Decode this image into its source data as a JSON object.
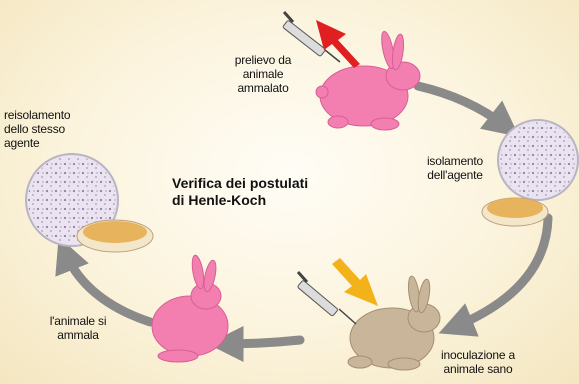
{
  "title": [
    "Verifica dei postulati",
    "di Henle-Koch"
  ],
  "steps": {
    "prelievo": [
      "prelievo da",
      "animale",
      "ammalato"
    ],
    "isolamento": [
      "isolamento",
      "dell'agente"
    ],
    "inoculazione": [
      "inoculazione a",
      "animale sano"
    ],
    "animale_ammala": [
      "l'animale si",
      "ammala"
    ],
    "reisolamento": [
      "reisolamento",
      "dello stesso",
      "agente"
    ]
  },
  "colors": {
    "arrow": "#8a8a8a",
    "sick_rabbit": "#f27fb0",
    "healthy_rabbit": "#c9b69a",
    "red_arrow": "#e02020",
    "yellow_arrow": "#f3b21a",
    "dish": "#e9e4ef",
    "agar": "#e7b35c"
  },
  "icons": [
    "syringe-icon",
    "rabbit-icon",
    "petri-dish-icon",
    "culture-plate-icon",
    "cycle-arrow-icon"
  ]
}
